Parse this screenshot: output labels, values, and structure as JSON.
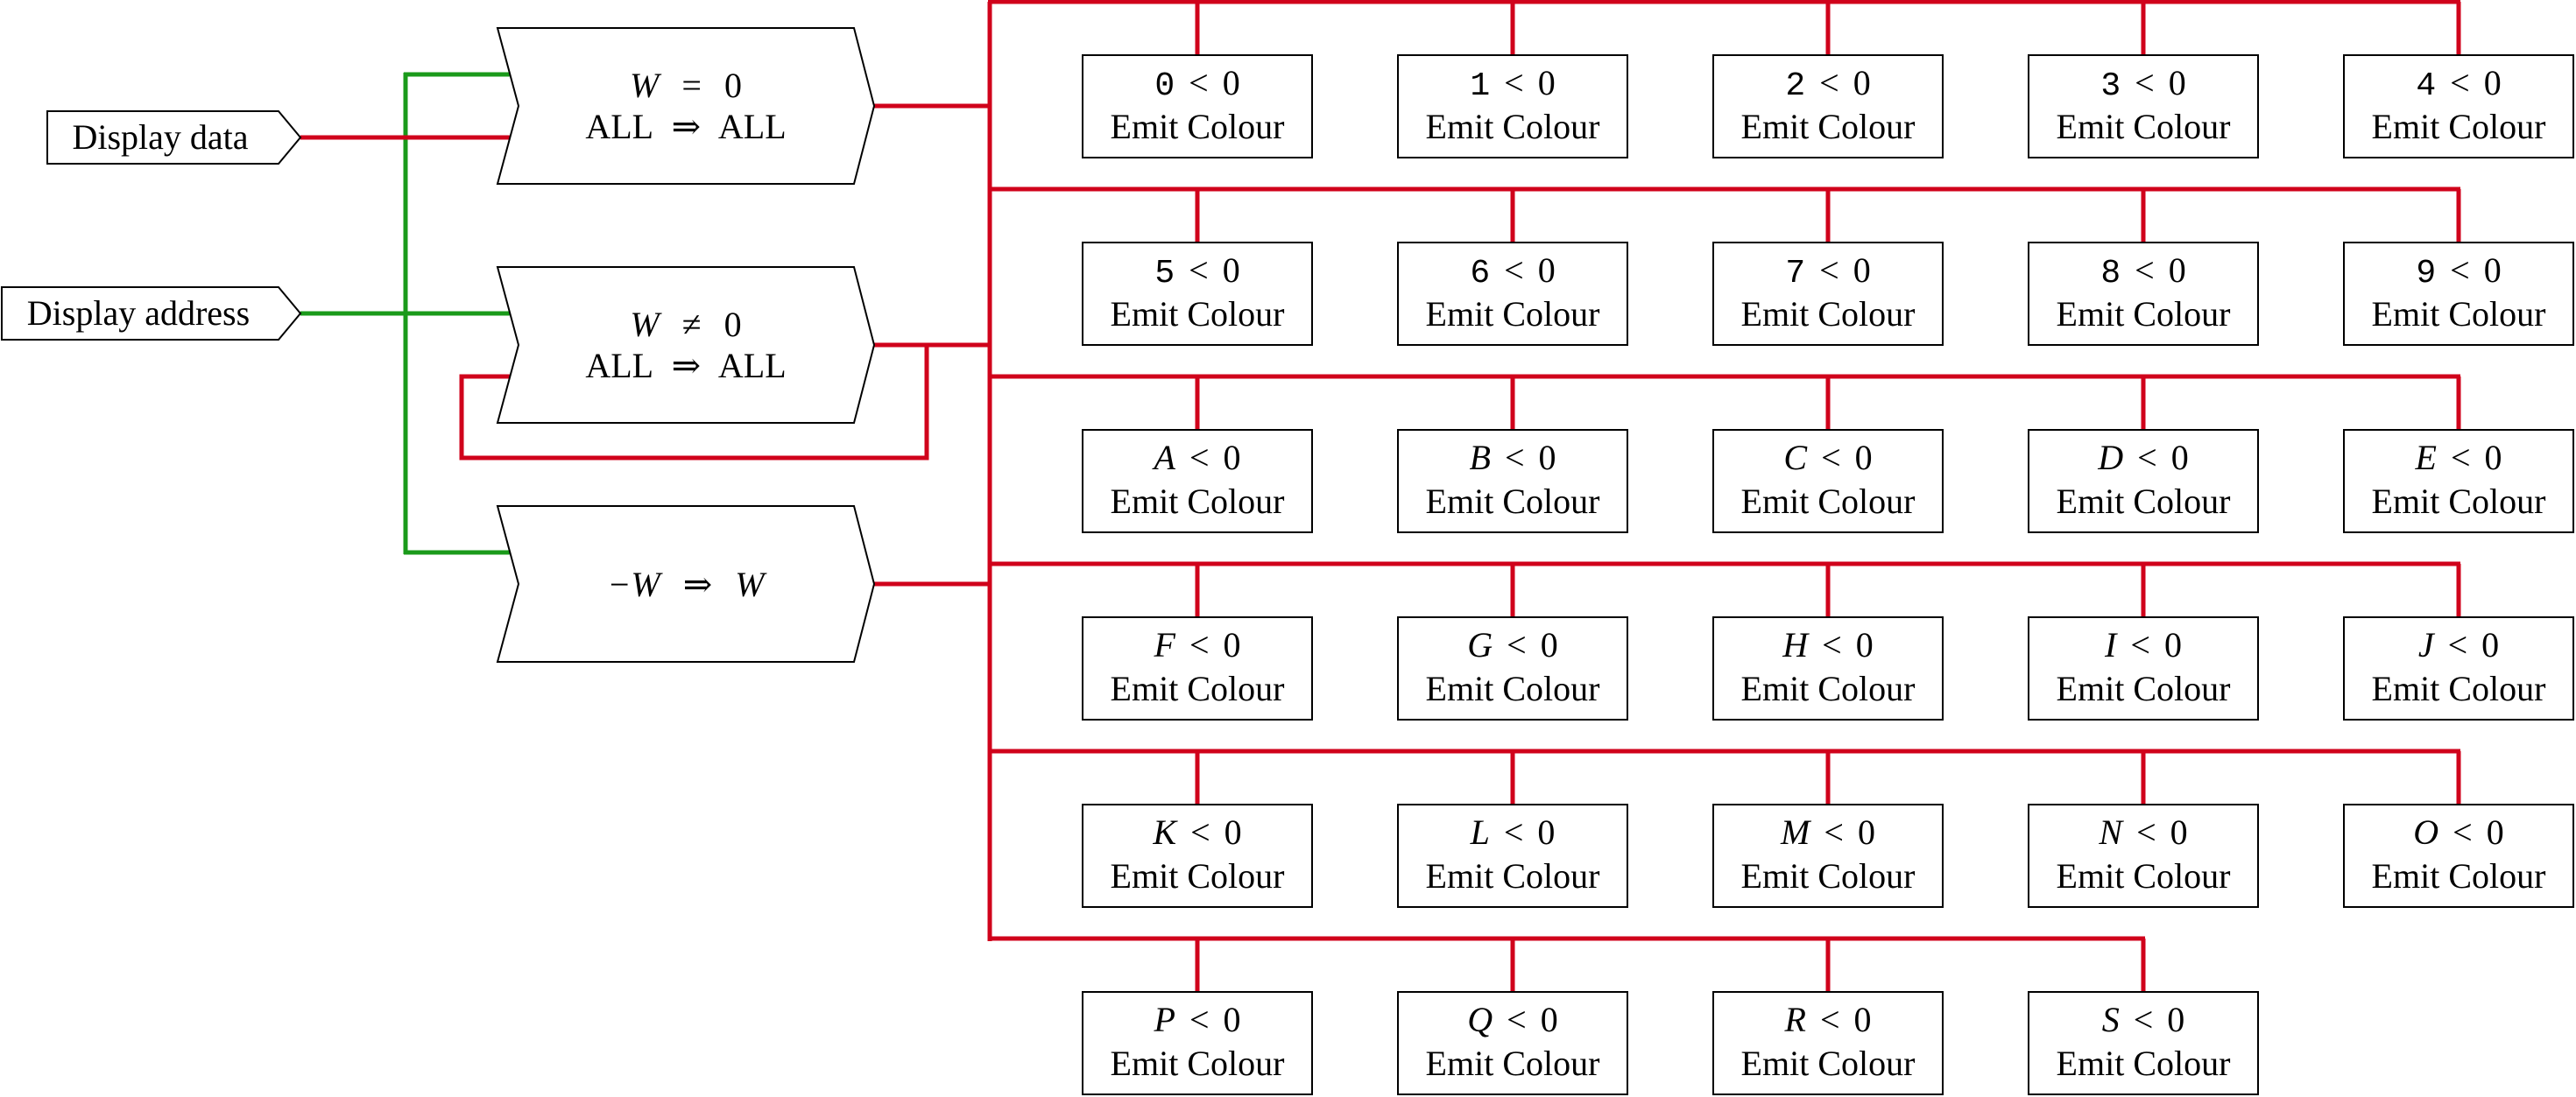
{
  "inputs": [
    {
      "label": "Display data"
    },
    {
      "label": "Display address"
    }
  ],
  "operations": [
    {
      "lhs": "W",
      "op": "=",
      "rhs": "0",
      "line2_lhs": "ALL",
      "line2_op": "⇒",
      "line2_rhs": "ALL"
    },
    {
      "lhs": "W",
      "op": "≠",
      "rhs": "0",
      "line2_lhs": "ALL",
      "line2_op": "⇒",
      "line2_rhs": "ALL"
    },
    {
      "lhs": "−W",
      "op": "⇒",
      "rhs": "W"
    }
  ],
  "cells": [
    {
      "sym": "0",
      "mono": true
    },
    {
      "sym": "1",
      "mono": true
    },
    {
      "sym": "2",
      "mono": true
    },
    {
      "sym": "3",
      "mono": true
    },
    {
      "sym": "4",
      "mono": true
    },
    {
      "sym": "5",
      "mono": true
    },
    {
      "sym": "6",
      "mono": true
    },
    {
      "sym": "7",
      "mono": true
    },
    {
      "sym": "8",
      "mono": true
    },
    {
      "sym": "9",
      "mono": true
    },
    {
      "sym": "A"
    },
    {
      "sym": "B"
    },
    {
      "sym": "C"
    },
    {
      "sym": "D"
    },
    {
      "sym": "E"
    },
    {
      "sym": "F"
    },
    {
      "sym": "G"
    },
    {
      "sym": "H"
    },
    {
      "sym": "I"
    },
    {
      "sym": "J"
    },
    {
      "sym": "K"
    },
    {
      "sym": "L"
    },
    {
      "sym": "M"
    },
    {
      "sym": "N"
    },
    {
      "sym": "O"
    },
    {
      "sym": "P"
    },
    {
      "sym": "Q"
    },
    {
      "sym": "R"
    },
    {
      "sym": "S"
    }
  ],
  "cell_template": {
    "comparison": "<",
    "threshold": "0",
    "action": "Emit Colour"
  },
  "colors": {
    "data_wire": "#d0021b",
    "address_wire": "#1a9a1a"
  }
}
